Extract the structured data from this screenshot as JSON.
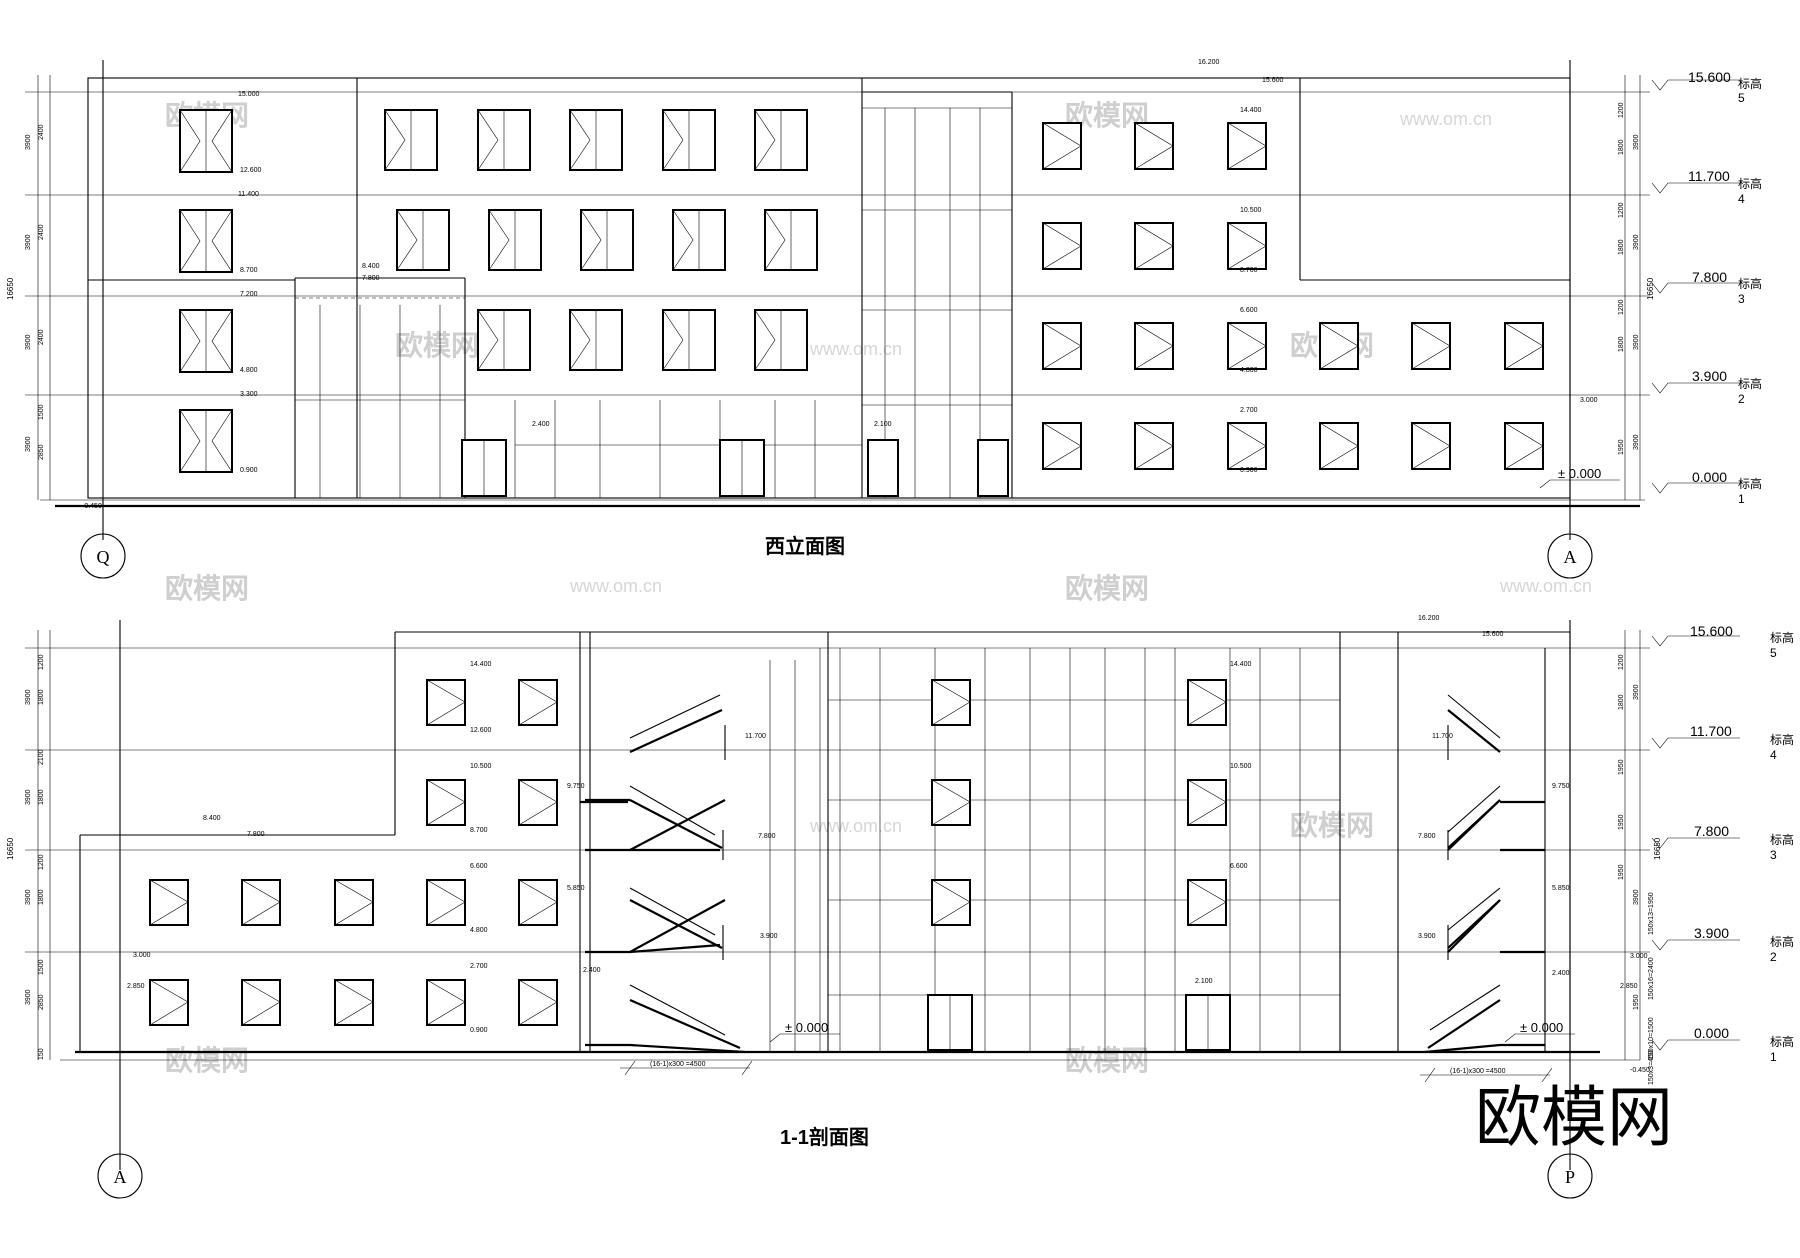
{
  "watermark": {
    "brand": "欧模网",
    "url": "www.om.cn",
    "logo_text": "欧模网"
  },
  "elevation_view": {
    "title": "西立面图",
    "left_axis": "Q",
    "right_axis": "A",
    "total_height": "16650",
    "levels": [
      {
        "value": "15.600",
        "label": "标高",
        "number": "5"
      },
      {
        "value": "11.700",
        "label": "标高",
        "number": "4"
      },
      {
        "value": "7.800",
        "label": "标高",
        "number": "3"
      },
      {
        "value": "3.900",
        "label": "标高",
        "number": "2"
      },
      {
        "value": "0.000",
        "label": "标高",
        "number": "1"
      }
    ],
    "ground_label": "± 0.000",
    "outdoor_label": "-0.450",
    "top_marks": [
      "16.200",
      "15.600",
      "15.000"
    ],
    "window_marks": [
      "12.600",
      "11.400",
      "8.700",
      "7.200",
      "4.800",
      "3.300",
      "0.900",
      "14.400",
      "10.500",
      "8.700",
      "6.600",
      "4.800",
      "2.700",
      "0.900",
      "8.400",
      "7.800",
      "2.400",
      "2.100",
      "3.000"
    ],
    "dims_left": [
      "3900",
      "2400",
      "3900",
      "2400",
      "3900",
      "2400",
      "3900",
      "2850",
      "1500"
    ],
    "dims_right": [
      "1200",
      "3900",
      "1800",
      "1200",
      "3900",
      "1800",
      "1200",
      "3900",
      "1800",
      "1950",
      "3900"
    ]
  },
  "section_view": {
    "title": "1-1剖面图",
    "left_axis": "A",
    "right_axis": "P",
    "total_height": "16650",
    "levels": [
      {
        "value": "15.600",
        "label": "标高",
        "number": "5"
      },
      {
        "value": "11.700",
        "label": "标高",
        "number": "4"
      },
      {
        "value": "7.800",
        "label": "标高",
        "number": "3"
      },
      {
        "value": "3.900",
        "label": "标高",
        "number": "2"
      },
      {
        "value": "0.000",
        "label": "标高",
        "number": "1"
      }
    ],
    "ground_label_left": "± 0.000",
    "ground_label_right": "± 0.000",
    "outdoor_label": "-0.450",
    "top_marks": [
      "16.200",
      "15.600"
    ],
    "window_marks": [
      "14.400",
      "12.600",
      "10.500",
      "8.700",
      "6.600",
      "4.800",
      "2.700",
      "0.900",
      "8.400",
      "7.800",
      "3.000",
      "2.850",
      "2.400",
      "2.100"
    ],
    "stair_marks": [
      "11.700",
      "9.750",
      "7.800",
      "5.850",
      "3.900",
      "2.400"
    ],
    "stair_dim_left": "(16-1)x300 =4500",
    "stair_dim_right": "(16-1)x300 =4500",
    "dims_left": [
      "3900",
      "1800",
      "1200",
      "3900",
      "1800",
      "2100",
      "3900",
      "1800",
      "1200",
      "3900",
      "2850",
      "1500",
      "150"
    ],
    "dims_right": [
      "1200",
      "1800",
      "3900",
      "1950",
      "1950",
      "3900",
      "1950",
      "1950",
      "150x13=1950",
      "150x16=2400",
      "150x10=1500",
      "150x3=450"
    ]
  }
}
